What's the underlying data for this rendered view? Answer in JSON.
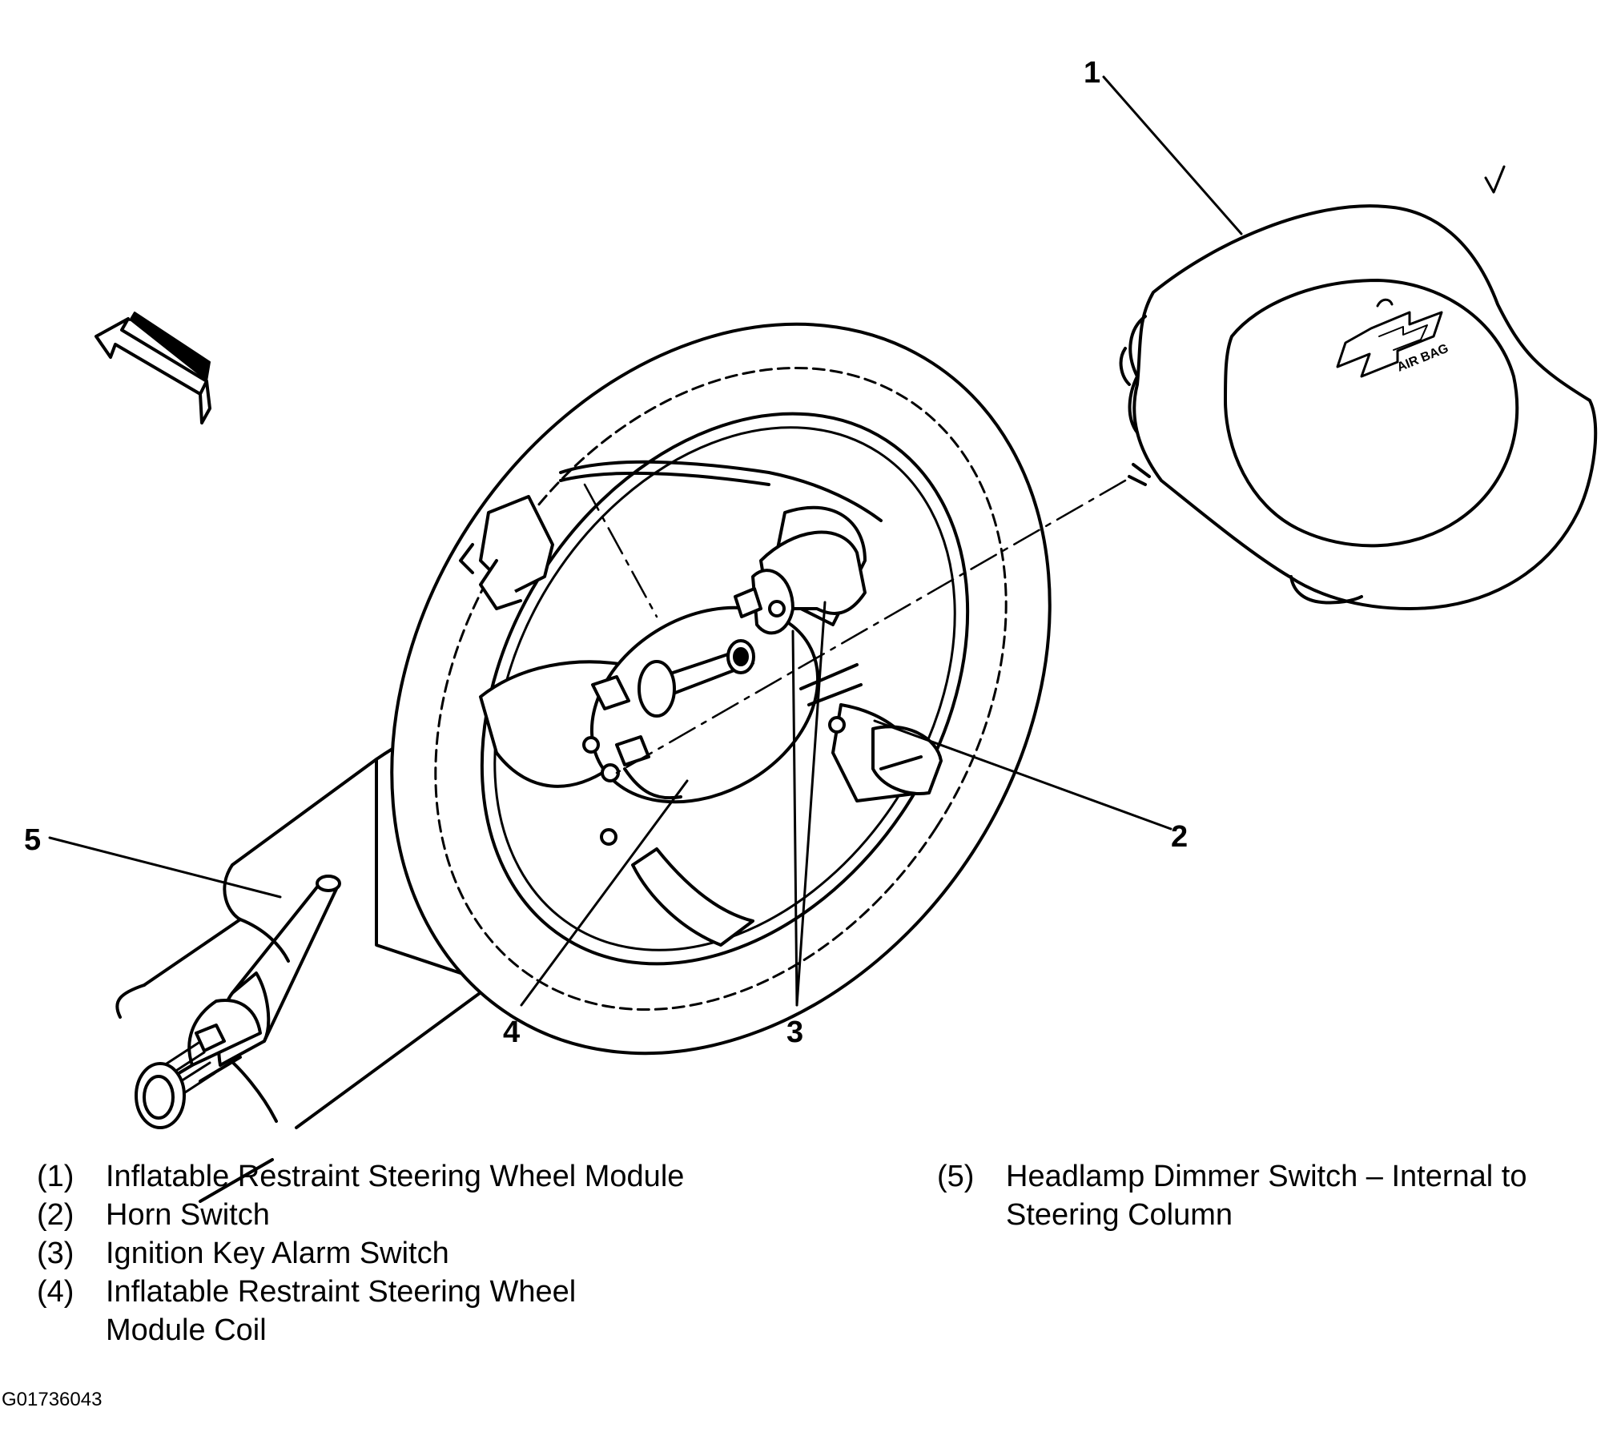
{
  "callouts": [
    "1",
    "2",
    "3",
    "4",
    "5"
  ],
  "airbag_text": "AIR BAG",
  "legend": [
    {
      "num": "(1)",
      "text": "Inflatable Restraint Steering Wheel Module"
    },
    {
      "num": "(2)",
      "text": "Horn Switch"
    },
    {
      "num": "(3)",
      "text": "Ignition Key Alarm Switch"
    },
    {
      "num": "(4)",
      "text": "Inflatable Restraint Steering Wheel Module Coil"
    },
    {
      "num": "(5)",
      "text": "Headlamp Dimmer Switch – Internal to Steering Column"
    }
  ],
  "figure_id": "G01736043",
  "line_color": "#000000"
}
